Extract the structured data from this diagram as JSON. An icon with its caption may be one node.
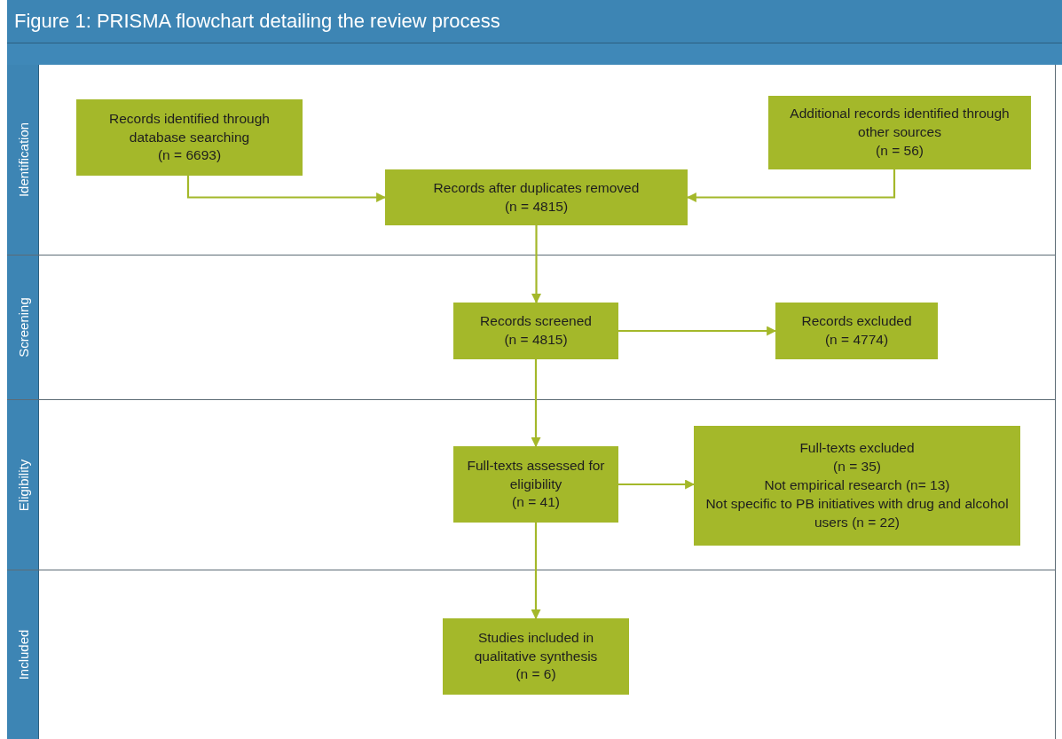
{
  "diagram": {
    "title": "Figure 1: PRISMA flowchart detailing the review process",
    "nodes": [
      {
        "text": [
          "Identification"
        ]
      },
      {
        "text": [
          "Records identified through database searching",
          "(n = 6693)"
        ],
        "in": 0
      },
      {
        "text": [
          "Additional records identified through other sources",
          "(n = 56)"
        ],
        "in": 0
      },
      {
        "text": [
          "Records after duplicates removed",
          "(n = 4815)"
        ],
        "in": 0
      },
      {
        "text": [
          "Screening"
        ]
      },
      {
        "text": [
          "Records screened",
          "(n = 4815)"
        ],
        "in": 4
      },
      {
        "text": [
          "Records excluded",
          "(n = 4774)"
        ],
        "in": 4
      },
      {
        "text": [
          "Eligibility"
        ]
      },
      {
        "text": [
          "Full-texts assessed for eligibility",
          "(n = 41)"
        ],
        "in": 7
      },
      {
        "text": [
          "Full-texts excluded",
          "(n = 35)",
          "Not empirical research (n= 13)",
          "Not specific to PB initiatives with drug and alcohol users (n = 22)"
        ],
        "in": 7
      },
      {
        "text": [
          "Included"
        ]
      },
      {
        "text": [
          "Studies included in qualitative synthesis",
          "(n = 6)"
        ],
        "in": 10
      }
    ],
    "edges": [
      {
        "from": 1,
        "to": 3,
        "arrow": "to"
      },
      {
        "from": 2,
        "to": 3,
        "arrow": "to"
      },
      {
        "from": 3,
        "to": 5,
        "arrow": "to"
      },
      {
        "from": 5,
        "to": 6,
        "arrow": "to"
      },
      {
        "from": 5,
        "to": 8,
        "arrow": "to"
      },
      {
        "from": 8,
        "to": 9,
        "arrow": "to"
      },
      {
        "from": 8,
        "to": 11,
        "arrow": "to"
      }
    ]
  }
}
